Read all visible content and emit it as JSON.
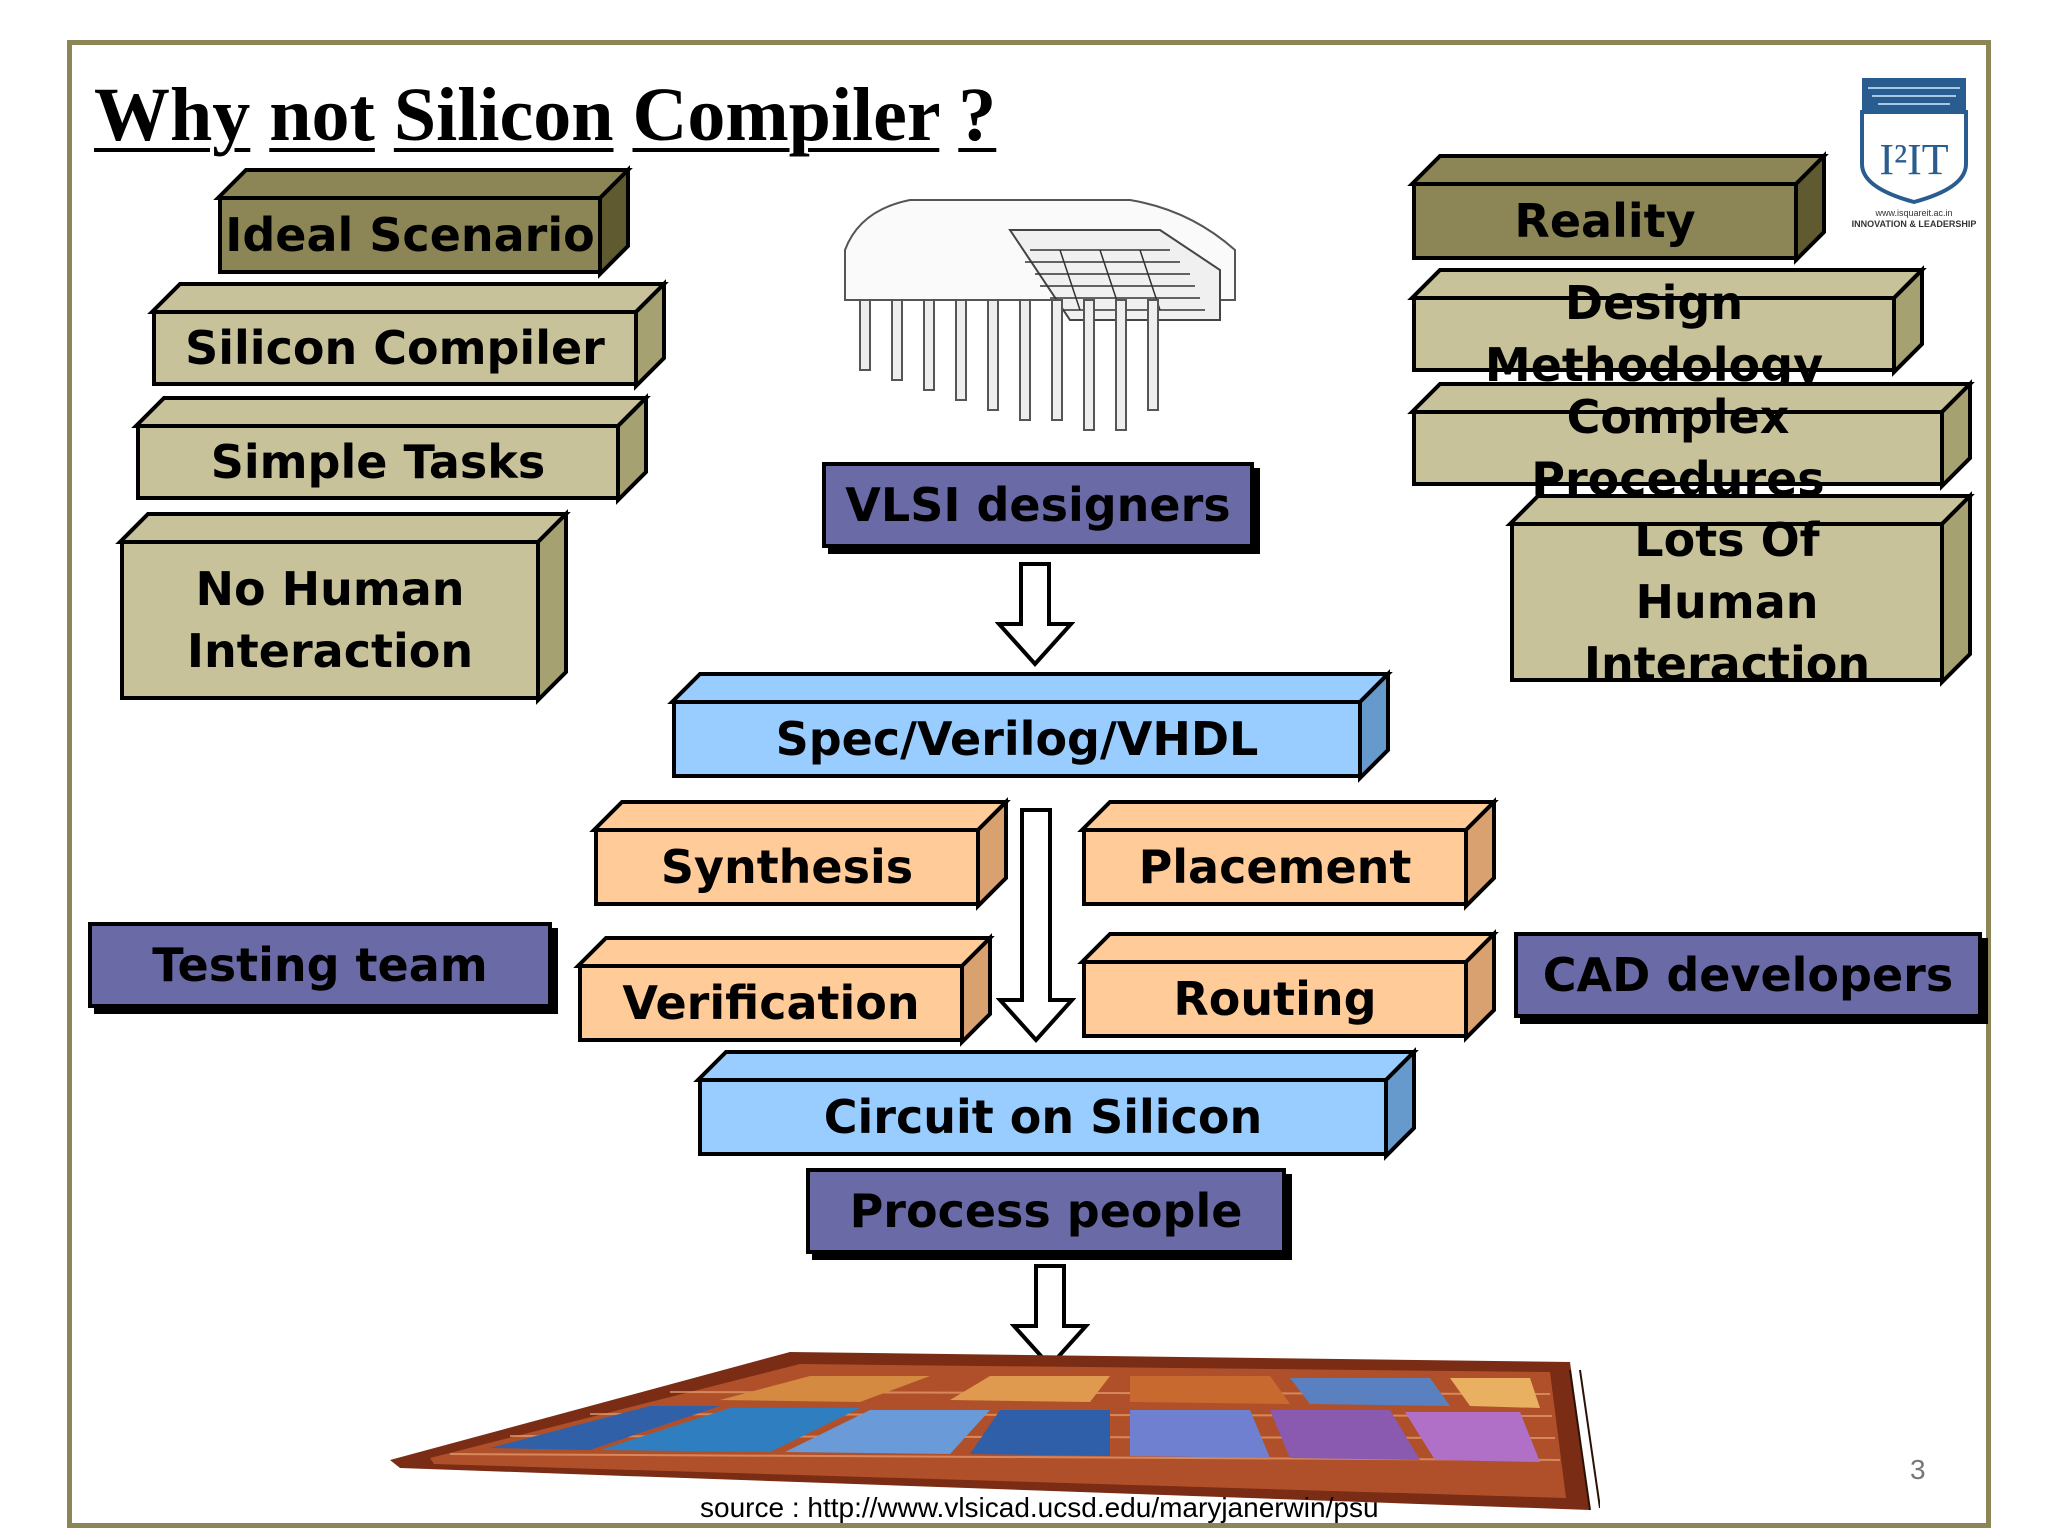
{
  "title_parts": [
    "Why",
    "not",
    "Silicon",
    "Compiler",
    "?"
  ],
  "ideal": {
    "header": "Ideal Scenario",
    "items": [
      "Silicon Compiler",
      "Simple Tasks",
      "No Human Interaction"
    ]
  },
  "reality": {
    "header": "Reality",
    "items": [
      "Design Methodology",
      "Complex Procedures",
      "Lots Of Human Interaction"
    ]
  },
  "flow": {
    "vlsi": "VLSI designers",
    "spec": "Spec/Verilog/VHDL",
    "synthesis": "Synthesis",
    "placement": "Placement",
    "verification": "Verification",
    "routing": "Routing",
    "circuit": "Circuit on Silicon",
    "process": "Process people",
    "testing": "Testing team",
    "cad": "CAD developers"
  },
  "logo": {
    "text": "I²IT",
    "url": "www.isquareit.ac.in",
    "tagline": "INNOVATION & LEADERSHIP"
  },
  "colors": {
    "olive_dark": "#8c8656",
    "olive_light": "#c7c29a",
    "purple": "#6a6aa6",
    "blue": "#99ccff",
    "peach": "#ffcc99"
  },
  "page_number": "3",
  "source": "source : http://www.vlsicad.ucsd.edu/maryjanerwin/psu"
}
